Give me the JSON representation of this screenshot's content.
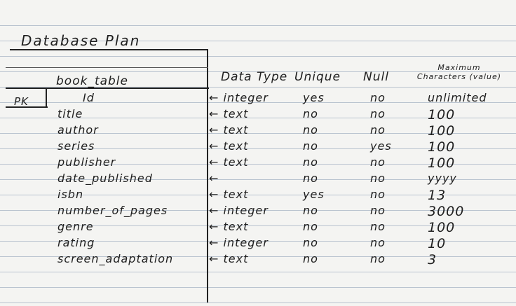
{
  "title": "Database Plan",
  "table_name": "book_table",
  "pk_label": "PK",
  "headers": {
    "data_type": "Data Type",
    "unique": "Unique",
    "null": "Null",
    "max_chars": "Maximum Characters (value)"
  },
  "rows": [
    {
      "field": "Id",
      "type": "← integer",
      "unique": "yes",
      "null": "no",
      "max": "unlimited"
    },
    {
      "field": "title",
      "type": "← text",
      "unique": "no",
      "null": "no",
      "max": "100"
    },
    {
      "field": "author",
      "type": "← text",
      "unique": "no",
      "null": "no",
      "max": "100"
    },
    {
      "field": "series",
      "type": "← text",
      "unique": "no",
      "null": "yes",
      "max": "100"
    },
    {
      "field": "publisher",
      "type": "← text",
      "unique": "no",
      "null": "no",
      "max": "100"
    },
    {
      "field": "date_published",
      "type": "←",
      "unique": "no",
      "null": "no",
      "max": "yyyy"
    },
    {
      "field": "isbn",
      "type": "← text",
      "unique": "yes",
      "null": "no",
      "max": "13"
    },
    {
      "field": "number_of_pages",
      "type": "← integer",
      "unique": "no",
      "null": "no",
      "max": "3000"
    },
    {
      "field": "genre",
      "type": "← text",
      "unique": "no",
      "null": "no",
      "max": "100"
    },
    {
      "field": "rating",
      "type": "← integer",
      "unique": "no",
      "null": "no",
      "max": "10"
    },
    {
      "field": "screen_adaptation",
      "type": "← text",
      "unique": "no",
      "null": "no",
      "max": "3"
    }
  ]
}
